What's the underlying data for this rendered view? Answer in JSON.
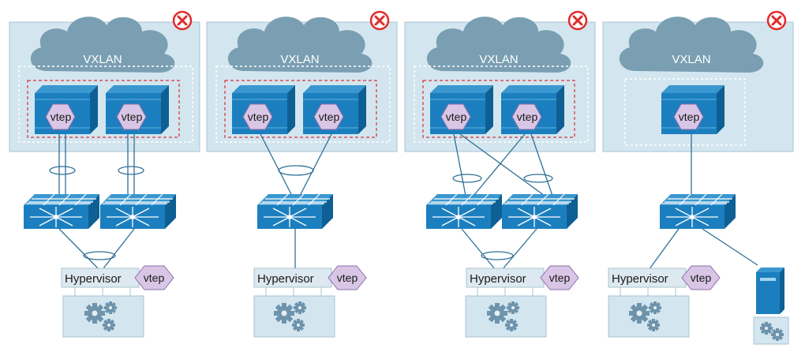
{
  "labels": {
    "cloud": "VXLAN",
    "vtep": "vtep",
    "hypervisor": "Hypervisor"
  },
  "colors": {
    "panel_fill": "#d3e6ef",
    "panel_stroke": "#a9c3d1",
    "cloud_fill": "#7a9fb2",
    "device_fill": "#1b7fbf",
    "device_dark": "#0e5f93",
    "vtep_fill": "#d9c6e6",
    "vtep_stroke": "#8c6fa8",
    "link": "#2e6f95",
    "red_dash": "#d9303a",
    "cross_red": "#e02b2b",
    "gear_fill": "#6e93ac",
    "hv_fill": "#dde9f0"
  },
  "icons": [
    "close-icon",
    "cloud-icon",
    "switch-icon",
    "gear-icon",
    "server-icon",
    "vtep-hexagon"
  ],
  "panels": [
    {
      "id": "dual-vtep-port-channel",
      "vteps": 2,
      "leaf_switches": 2,
      "hypervisor_vtep": true,
      "bare_metal": false
    },
    {
      "id": "dual-vtep-single-switch",
      "vteps": 2,
      "leaf_switches": 1,
      "hypervisor_vtep": true,
      "bare_metal": false
    },
    {
      "id": "dual-vtep-mesh",
      "vteps": 2,
      "leaf_switches": 2,
      "hypervisor_vtep": true,
      "bare_metal": false
    },
    {
      "id": "single-vtep",
      "vteps": 1,
      "leaf_switches": 1,
      "hypervisor_vtep": true,
      "bare_metal": true
    }
  ]
}
